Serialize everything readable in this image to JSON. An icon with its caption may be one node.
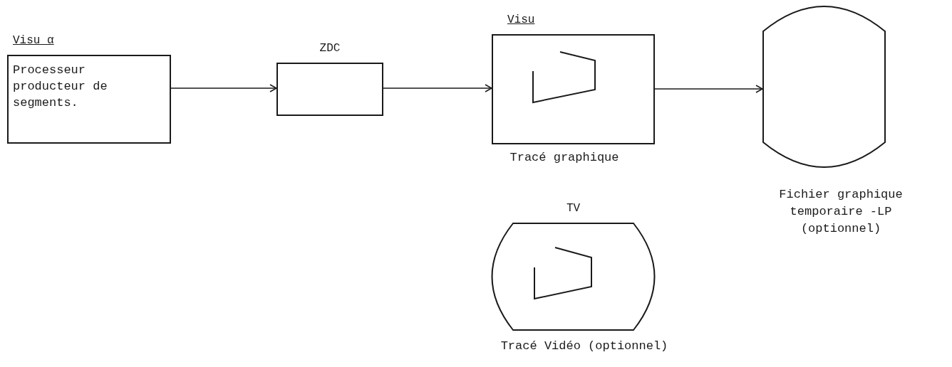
{
  "diagram": {
    "nodes": [
      {
        "text": [
          "Visu α",
          "Processeur producteur de segments."
        ]
      },
      {
        "text": [
          "ZDC"
        ]
      },
      {
        "text": [
          "Visu"
        ],
        "beside": [
          "Tracé graphique"
        ]
      },
      {
        "text": [],
        "shape": "barrel",
        "beside": [
          "Fichier graphique temporaire -LP (optionnel)"
        ]
      },
      {
        "text": [
          "TV"
        ],
        "beside": [
          "Tracé Vidéo (optionnel)"
        ]
      }
    ],
    "edges": [
      {
        "from": 0,
        "to": 1,
        "arrow": "to"
      },
      {
        "from": 1,
        "to": 2,
        "arrow": "to"
      },
      {
        "from": 2,
        "to": 3,
        "arrow": "to"
      }
    ]
  }
}
